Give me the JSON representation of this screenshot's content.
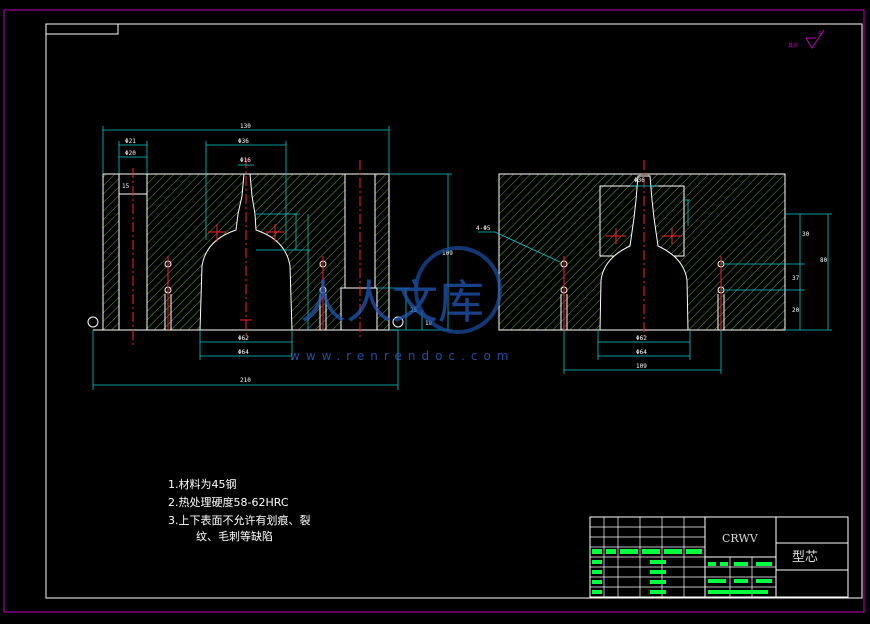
{
  "notes": [
    "1.材料为45钢",
    "2.热处理硬度58-62HRC",
    "3.上下表面不允许有划痕、裂",
    "纹、毛刺等缺陷"
  ],
  "title_block": {
    "code": "CRWV",
    "part_name": "型芯"
  },
  "roughness": {
    "value": "5",
    "label": "其余"
  },
  "watermark": {
    "glyphs": "人人文库",
    "url": "www.renrendoc.com"
  },
  "dims": {
    "d21": "Φ21",
    "d20": "Φ20",
    "w130": "130",
    "d36": "Φ36",
    "d16": "Φ16",
    "h15": "15",
    "d62_left": "Φ62",
    "d64_left": "Φ64",
    "w210": "210",
    "h25": "25",
    "h10": "10",
    "h109": "109",
    "d64r_top": "Φ36",
    "d62_right": "Φ62",
    "d64_right": "Φ64",
    "w109": "109",
    "holes": "4-Φ5",
    "h30": "30",
    "h37": "37",
    "h20": "20",
    "h80": "80"
  },
  "colors": {
    "frame": "#c000c0",
    "hatch": "#6fbf3f",
    "outline": "#ffffff",
    "dimension": "#00c8d0",
    "center": "#ff2020",
    "titleblock": "#00ff40"
  }
}
